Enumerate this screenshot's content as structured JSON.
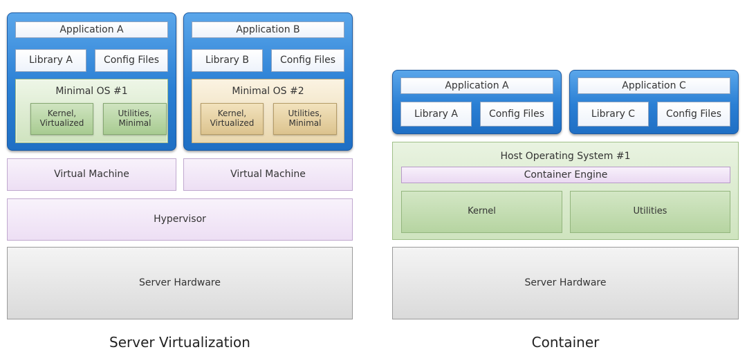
{
  "server_virtualization": {
    "caption": "Server Virtualization",
    "stack_a": {
      "application": "Application A",
      "library": "Library A",
      "config": "Config Files",
      "os_title": "Minimal OS #1",
      "kernel": "Kernel, Virtualized",
      "utilities": "Utilities, Minimal"
    },
    "stack_b": {
      "application": "Application B",
      "library": "Library B",
      "config": "Config Files",
      "os_title": "Minimal OS #2",
      "kernel": "Kernel, Virtualized",
      "utilities": "Utilities, Minimal"
    },
    "vm_left": "Virtual Machine",
    "vm_right": "Virtual Machine",
    "hypervisor": "Hypervisor",
    "hardware": "Server Hardware"
  },
  "container": {
    "caption": "Container",
    "stack_a": {
      "application": "Application A",
      "library": "Library A",
      "config": "Config Files"
    },
    "stack_c": {
      "application": "Application C",
      "library": "Library C",
      "config": "Config Files"
    },
    "host_os": "Host Operating System #1",
    "engine": "Container Engine",
    "kernel": "Kernel",
    "utilities": "Utilities",
    "hardware": "Server Hardware"
  },
  "colors": {
    "app_panel_blue": "#2a7fd4",
    "os1_green": "#cfe3bf",
    "os2_tan": "#ead8af",
    "vm_lavender": "#eddff4",
    "hardware_gray": "#dadada"
  }
}
